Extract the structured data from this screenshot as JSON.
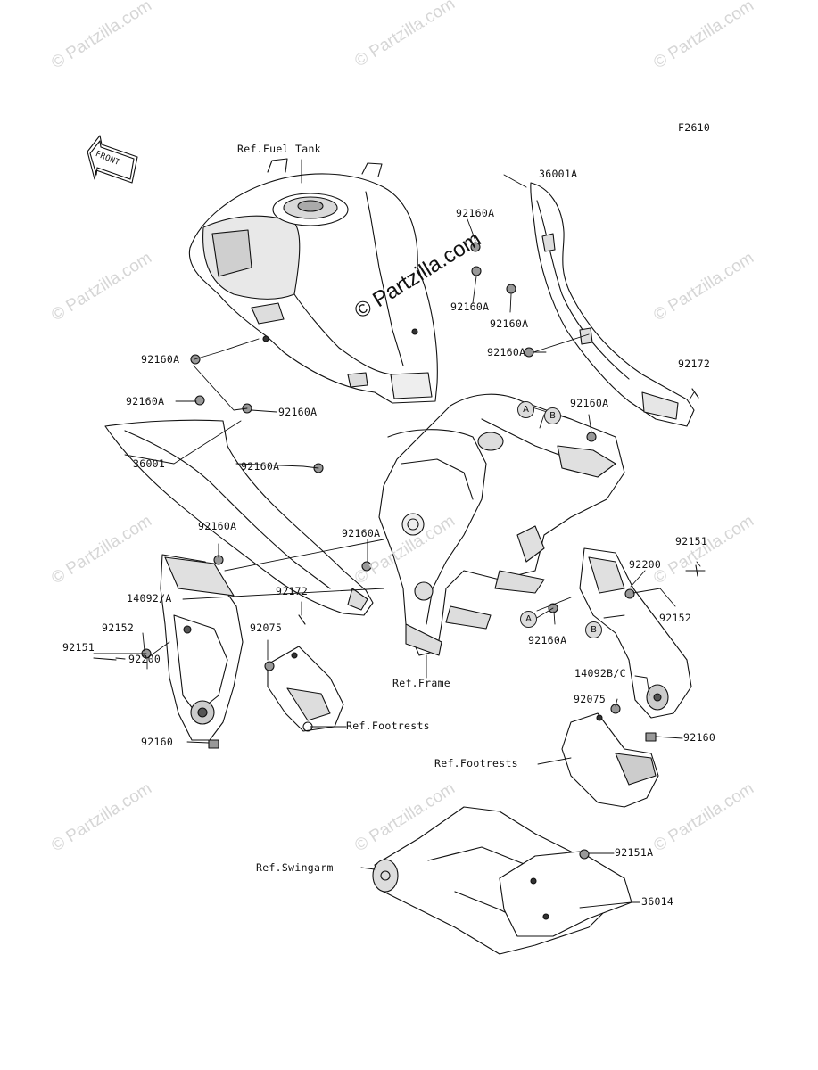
{
  "figure_code": "F2610",
  "front_arrow_text": "FRONT",
  "watermark_text": "© Partzilla.com",
  "center_watermark_text": "© Partzilla.com",
  "ref_labels": {
    "fuel_tank": "Ref.Fuel Tank",
    "frame": "Ref.Frame",
    "footrests_left": "Ref.Footrests",
    "footrests_right": "Ref.Footrests",
    "swingarm": "Ref.Swingarm"
  },
  "callouts": {
    "c36001A": "36001A",
    "c92160A_1": "92160A",
    "c92160A_2": "92160A",
    "c92160A_3": "92160A",
    "c92160A_4": "92160A",
    "c92172_r": "92172",
    "c92160A_5": "92160A",
    "c92160A_l1": "92160A",
    "c92160A_l2": "92160A",
    "c92160A_l3": "92160A",
    "c36001": "36001",
    "c92160A_l4": "92160A",
    "c92160A_l5": "92160A",
    "c92160A_l6": "92160A",
    "c14092A": "14092/A",
    "c92172_l": "92172",
    "c92152_l": "92152",
    "c92151_l": "92151",
    "c92200_l": "92200",
    "c92075_l": "92075",
    "c92160_l": "92160",
    "c92151_r": "92151",
    "c92200_r": "92200",
    "c92152_r": "92152",
    "c92160A_r": "92160A",
    "c14092BC": "14092B/C",
    "c92075_r": "92075",
    "c92160_r": "92160",
    "c92151A": "92151A",
    "c36014": "36014"
  },
  "circle_markers": {
    "a1": "A",
    "b1": "B",
    "a2": "A",
    "b2": "B"
  }
}
